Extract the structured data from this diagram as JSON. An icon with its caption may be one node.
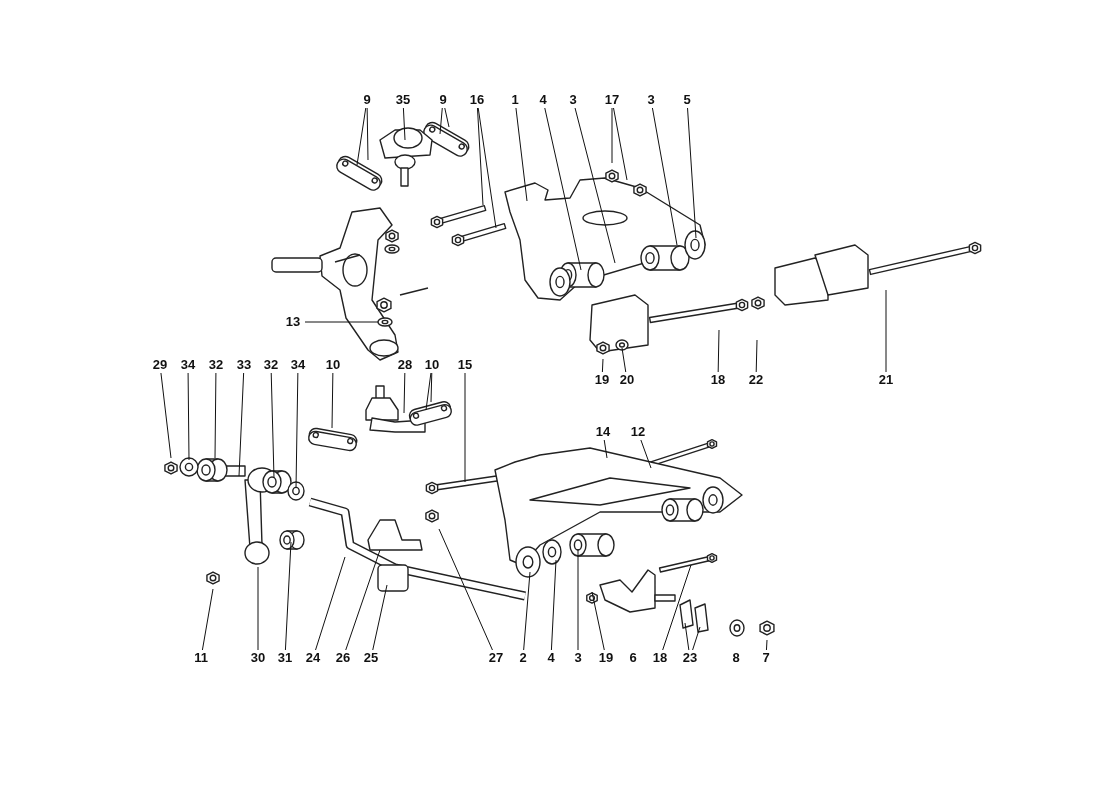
{
  "diagram": {
    "nodes": [
      {
        "text": [
          "9"
        ]
      },
      {
        "text": [
          "35"
        ]
      },
      {
        "text": [
          "9"
        ]
      },
      {
        "text": [
          "16"
        ]
      },
      {
        "text": [
          "1"
        ]
      },
      {
        "text": [
          "4"
        ]
      },
      {
        "text": [
          "3"
        ]
      },
      {
        "text": [
          "17"
        ]
      },
      {
        "text": [
          "3"
        ]
      },
      {
        "text": [
          "5"
        ]
      },
      {
        "text": [
          "13"
        ]
      },
      {
        "text": [
          "29"
        ]
      },
      {
        "text": [
          "34"
        ]
      },
      {
        "text": [
          "32"
        ]
      },
      {
        "text": [
          "33"
        ]
      },
      {
        "text": [
          "32"
        ]
      },
      {
        "text": [
          "34"
        ]
      },
      {
        "text": [
          "10"
        ]
      },
      {
        "text": [
          "28"
        ]
      },
      {
        "text": [
          "10"
        ]
      },
      {
        "text": [
          "15"
        ]
      },
      {
        "text": [
          "19"
        ]
      },
      {
        "text": [
          "20"
        ]
      },
      {
        "text": [
          "18"
        ]
      },
      {
        "text": [
          "22"
        ]
      },
      {
        "text": [
          "21"
        ]
      },
      {
        "text": [
          "14"
        ]
      },
      {
        "text": [
          "12"
        ]
      },
      {
        "text": [
          "11"
        ]
      },
      {
        "text": [
          "30"
        ]
      },
      {
        "text": [
          "31"
        ]
      },
      {
        "text": [
          "24"
        ]
      },
      {
        "text": [
          "26"
        ]
      },
      {
        "text": [
          "25"
        ]
      },
      {
        "text": [
          "27"
        ]
      },
      {
        "text": [
          "2"
        ]
      },
      {
        "text": [
          "4"
        ]
      },
      {
        "text": [
          "3"
        ]
      },
      {
        "text": [
          "19"
        ]
      },
      {
        "text": [
          "6"
        ]
      },
      {
        "text": [
          "18"
        ]
      },
      {
        "text": [
          "23"
        ]
      },
      {
        "text": [
          "8"
        ]
      },
      {
        "text": [
          "7"
        ]
      }
    ],
    "edges": [
      {
        "from": 0,
        "to": null,
        "arrow": "none"
      },
      {
        "from": 0,
        "to": null,
        "arrow": "none"
      },
      {
        "from": 1,
        "to": null,
        "arrow": "none"
      },
      {
        "from": 2,
        "to": null,
        "arrow": "none"
      },
      {
        "from": 2,
        "to": null,
        "arrow": "none"
      },
      {
        "from": 3,
        "to": null,
        "arrow": "none"
      },
      {
        "from": 3,
        "to": null,
        "arrow": "none"
      },
      {
        "from": 4,
        "to": null,
        "arrow": "none"
      },
      {
        "from": 5,
        "to": null,
        "arrow": "none"
      },
      {
        "from": 6,
        "to": null,
        "arrow": "none"
      },
      {
        "from": 7,
        "to": null,
        "arrow": "none"
      },
      {
        "from": 7,
        "to": null,
        "arrow": "none"
      },
      {
        "from": 8,
        "to": null,
        "arrow": "none"
      },
      {
        "from": 9,
        "to": null,
        "arrow": "none"
      },
      {
        "from": 10,
        "to": null,
        "arrow": "none"
      },
      {
        "from": 11,
        "to": null,
        "arrow": "none"
      },
      {
        "from": 12,
        "to": null,
        "arrow": "none"
      },
      {
        "from": 13,
        "to": null,
        "arrow": "none"
      },
      {
        "from": 14,
        "to": null,
        "arrow": "none"
      },
      {
        "from": 15,
        "to": null,
        "arrow": "none"
      },
      {
        "from": 16,
        "to": null,
        "arrow": "none"
      },
      {
        "from": 17,
        "to": null,
        "arrow": "none"
      },
      {
        "from": 18,
        "to": null,
        "arrow": "none"
      },
      {
        "from": 19,
        "to": null,
        "arrow": "none"
      },
      {
        "from": 19,
        "to": null,
        "arrow": "none"
      },
      {
        "from": 20,
        "to": null,
        "arrow": "none"
      },
      {
        "from": 21,
        "to": null,
        "arrow": "none"
      },
      {
        "from": 22,
        "to": null,
        "arrow": "none"
      },
      {
        "from": 23,
        "to": null,
        "arrow": "none"
      },
      {
        "from": 24,
        "to": null,
        "arrow": "none"
      },
      {
        "from": 25,
        "to": null,
        "arrow": "none"
      },
      {
        "from": 26,
        "to": null,
        "arrow": "none"
      },
      {
        "from": 27,
        "to": null,
        "arrow": "none"
      },
      {
        "from": 28,
        "to": null,
        "arrow": "none"
      },
      {
        "from": 29,
        "to": null,
        "arrow": "none"
      },
      {
        "from": 30,
        "to": null,
        "arrow": "none"
      },
      {
        "from": 31,
        "to": null,
        "arrow": "none"
      },
      {
        "from": 32,
        "to": null,
        "arrow": "none"
      },
      {
        "from": 33,
        "to": null,
        "arrow": "none"
      },
      {
        "from": 34,
        "to": null,
        "arrow": "none"
      },
      {
        "from": 35,
        "to": null,
        "arrow": "none"
      },
      {
        "from": 36,
        "to": null,
        "arrow": "none"
      },
      {
        "from": 37,
        "to": null,
        "arrow": "none"
      },
      {
        "from": 38,
        "to": null,
        "arrow": "none"
      },
      {
        "from": 40,
        "to": null,
        "arrow": "none"
      },
      {
        "from": 41,
        "to": null,
        "arrow": "none"
      },
      {
        "from": 41,
        "to": null,
        "arrow": "none"
      },
      {
        "from": 43,
        "to": null,
        "arrow": "none"
      }
    ]
  }
}
